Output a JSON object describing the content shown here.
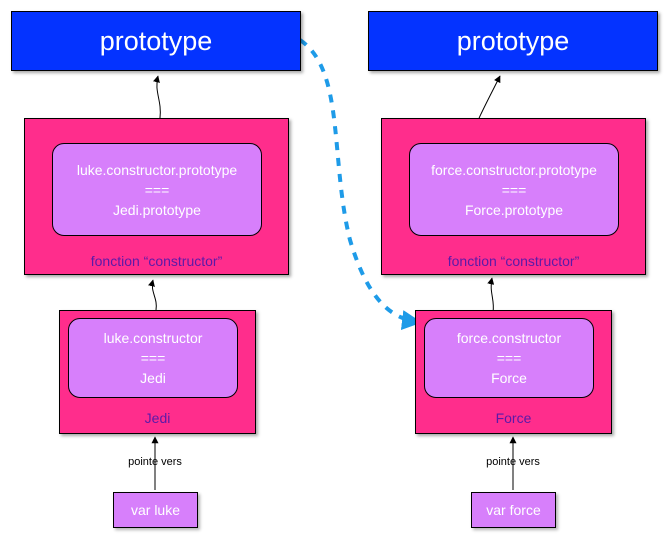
{
  "left": {
    "prototype_label": "prototype",
    "constructor_fn": {
      "lines": [
        "luke.constructor.prototype",
        "===",
        "Jedi.prototype"
      ],
      "caption": "fonction “constructor”"
    },
    "instance": {
      "lines": [
        "luke.constructor",
        "===",
        "Jedi"
      ],
      "caption": "Jedi"
    },
    "pointer_label": "pointe vers",
    "var_label": "var luke"
  },
  "right": {
    "prototype_label": "prototype",
    "constructor_fn": {
      "lines": [
        "force.constructor.prototype",
        "===",
        "Force.prototype"
      ],
      "caption": "fonction “constructor”"
    },
    "instance": {
      "lines": [
        "force.constructor",
        "===",
        "Force"
      ],
      "caption": "Force"
    },
    "pointer_label": "pointe vers",
    "var_label": "var force"
  },
  "colors": {
    "prototype_fill": "#0433ff",
    "outer_fill": "#ff2d8c",
    "inner_fill": "#d77ffb",
    "caption_text": "#5b1aa8",
    "dashed_arrow": "#1e9be8"
  }
}
